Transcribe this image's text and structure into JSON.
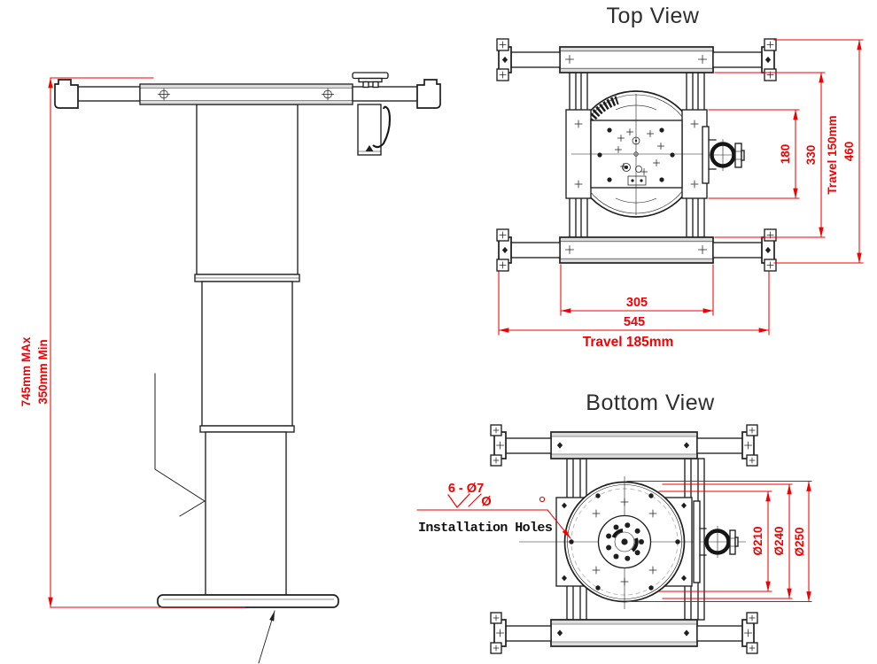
{
  "drawing": {
    "side_view": {
      "dim_height_max": "745mm MAx",
      "dim_height_min": "350mm Min"
    },
    "top_view": {
      "title": "Top View",
      "dim_plate_width": "180",
      "dim_inner_span": "330",
      "dim_travel_vertical": "Travel 150mm",
      "dim_outer_span": "460",
      "dim_beam_length": "305",
      "dim_overall_width": "545",
      "dim_travel_horizontal": "Travel 185mm"
    },
    "bottom_view": {
      "title": "Bottom View",
      "dim_d210": "Ø210",
      "dim_d240": "Ø240",
      "dim_d250": "Ø250",
      "note_holes": "6 - Ø7",
      "note_diameter": "Ø",
      "note_installation": "Installation Holes"
    },
    "colors": {
      "dimension_red": "#f40000",
      "line_black": "#1f1f1f"
    }
  }
}
